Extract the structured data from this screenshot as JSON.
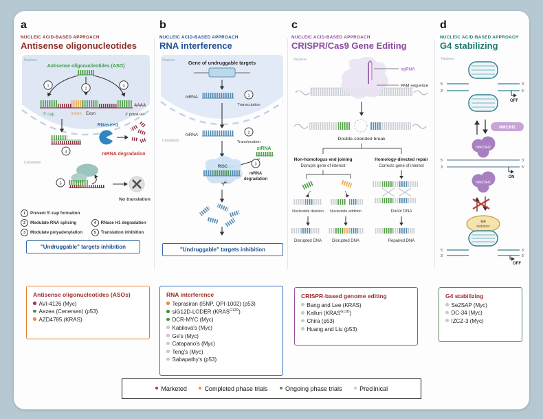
{
  "figure": {
    "bg": "#b6c9d3",
    "status_colors": {
      "marketed": "#ad2e63",
      "completed": "#e2903b",
      "ongoing": "#44963c",
      "preclinical": "#c9c9c9"
    }
  },
  "panels": {
    "a": {
      "letter": "a",
      "kicker": "NUCLEIC ACID-BASED APPROACH",
      "title": "Antisense oligonucleotides",
      "accent": "#8f2d2b",
      "nucleus": "Nucleus",
      "cytoplasm": "Cytoplasm",
      "aso": "Antisense oligonucleotides (ASO)",
      "cap": "5' cap",
      "intron": "Intron",
      "exon": "Exon",
      "aaaa": "AAAA",
      "polya": "3' polyA tail",
      "rnase": "RNaseH1",
      "degradation": "mRNA degradation",
      "no_translation": "No translation",
      "c1": "1",
      "c2": "2",
      "c3": "3",
      "c4": "4",
      "c5": "5",
      "s1n": "1",
      "s1": "Prevent 5'-cap formation",
      "s2n": "2",
      "s2": "Modulate RNA splicing",
      "s3n": "3",
      "s3": "Modulate polyadenylation",
      "s4n": "4",
      "s4": "RNase H1 degradation",
      "s5n": "5",
      "s5": "Translation inhibition",
      "box": "\"Undruggable\" targets inhibition"
    },
    "b": {
      "letter": "b",
      "kicker": "NUCLEIC ACID-BASED APPROACH",
      "title": "RNA interference",
      "accent": "#1f4f96",
      "nucleus": "Nucleus",
      "cytoplasm": "Cytoplasm",
      "gene": "Gene of undruggable targets",
      "mrna1": "mRNA",
      "step1n": "1",
      "step1": "Transcription",
      "mrna2": "mRNA",
      "step2n": "2",
      "step2": "Translocation",
      "sirna": "siRNA",
      "risc": "RISC",
      "step3n": "3",
      "step3a": "mRNA",
      "step3b": "degradation",
      "box": "\"Undruggable\" targets inhibition"
    },
    "c": {
      "letter": "c",
      "kicker": "NUCLEIC ACID-BASED APPROACH",
      "title": "CRISPR/Cas9 Gene Editing",
      "accent": "#8b4a9e",
      "nucleus": "Nucleus",
      "sgrna": "sgRNA",
      "pam": "PAM sequence",
      "dsb": "Double-stranded break",
      "nhej": "Non-homologus end joining",
      "nhej_sub": "Disrupts gene of interest",
      "hdr": "Homology-directed repair",
      "hdr_sub": "Corrects gene of interest",
      "del": "Nucleotide deletion",
      "add": "Nucleotide addition",
      "donor": "Donor DNA",
      "disrupted1": "Disrupted DNA",
      "disrupted2": "Disrupted DNA",
      "repaired": "Repaired DNA"
    },
    "d": {
      "letter": "d",
      "kicker": "NUCLEIC ACID-BASED APPROACH",
      "title": "G4 stabilizing",
      "accent": "#1e7a70",
      "nucleus": "Nucleus",
      "nm": "NM23H2",
      "on": "ON",
      "off1": "OFF",
      "off2": "OFF",
      "g4a": "G4",
      "g4b": "stabilizer",
      "p5a": "5'",
      "p3a": "3'",
      "p3b": "3'",
      "p5b": "5'",
      "p5c": "5'",
      "p3c": "3'",
      "p3d": "3'",
      "p5d": "5'",
      "p5e": "5'",
      "p3e": "3'",
      "p3f": "3'",
      "p5f": "5'"
    }
  },
  "drug_boxes": [
    {
      "title": "Antisense oligonucleotides (ASOs)",
      "border": "#df7f2e",
      "items": [
        {
          "label": "AVI-4126 (Myc)",
          "status": "marketed"
        },
        {
          "label": "Aezea (Cenersen) (p53)",
          "status": "ongoing"
        },
        {
          "label": "AZD4785 (KRAS)",
          "status": "completed"
        }
      ]
    },
    {
      "title": "RNA interference",
      "border": "#2e6cb5",
      "items": [
        {
          "label": "Teprasiran (I5NP, QPI-1002) (p53)",
          "status": "completed"
        },
        {
          "label": "siG12D-LODER (KRAS",
          "sup": "G12D",
          "post": ")",
          "status": "ongoing"
        },
        {
          "label": "DCR-MYC (Myc)",
          "status": "ongoing"
        },
        {
          "label": "Kabilova's (Myc)",
          "status": "preclinical"
        },
        {
          "label": "Ge's (Myc)",
          "status": "preclinical"
        },
        {
          "label": "Catapano's (Myc)",
          "status": "preclinical"
        },
        {
          "label": "Teng's (Myc)",
          "status": "preclinical"
        },
        {
          "label": "Sabapathy's (p53)",
          "status": "preclinical"
        }
      ]
    },
    {
      "title": "CRISPR-based genome editing",
      "border": "#9d4f9d",
      "items": [
        {
          "label": "Bang and Lee (KRAS)",
          "status": "preclinical"
        },
        {
          "label": "Kalluri (KRAS",
          "sup": "G12D",
          "post": ")",
          "status": "preclinical"
        },
        {
          "label": "Chira (p53)",
          "status": "preclinical"
        },
        {
          "label": "Huang and Liu (p53)",
          "status": "preclinical"
        }
      ]
    },
    {
      "title": "G4 stabilizing",
      "border": "#4d8a52",
      "items": [
        {
          "label": "Se2SAP (Myc)",
          "status": "preclinical"
        },
        {
          "label": "DC-34 (Myc)",
          "status": "preclinical"
        },
        {
          "label": "IZCZ-3 (Myc)",
          "status": "preclinical"
        }
      ]
    }
  ],
  "legend": {
    "items": [
      {
        "label": "Marketed",
        "status": "marketed"
      },
      {
        "label": "Completed phase trials",
        "status": "completed"
      },
      {
        "label": "Ongoing phase trials",
        "status": "ongoing"
      },
      {
        "label": "Preclinical",
        "status": "preclinical"
      }
    ]
  }
}
